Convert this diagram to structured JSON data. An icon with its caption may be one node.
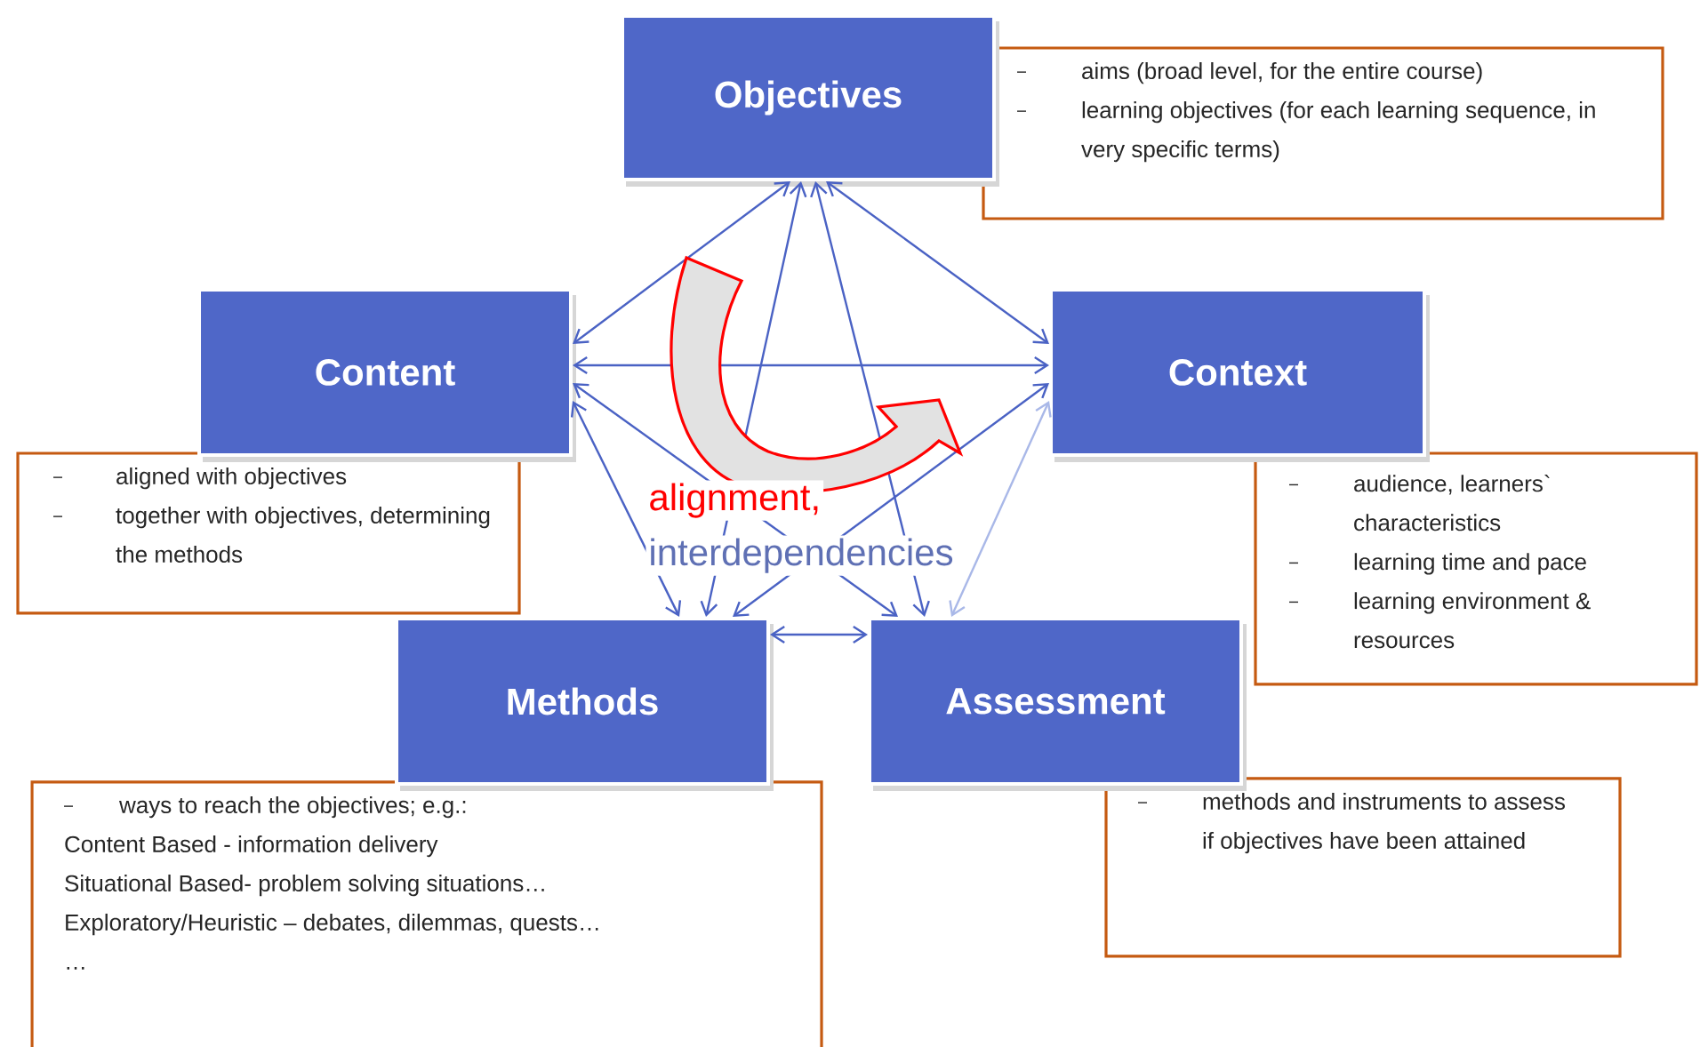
{
  "diagram": {
    "nodes": [
      {
        "text": [
          "Objectives"
        ]
      },
      {
        "text": [
          "aims (broad level, for the entire course)",
          "learning objectives (for each learning sequence, in very specific terms)"
        ]
      },
      {
        "text": [
          "Content"
        ]
      },
      {
        "text": [
          "Context"
        ]
      },
      {
        "text": [
          "aligned with objectives",
          "together with objectives, determining the methods"
        ]
      },
      {
        "text": [
          "audience, learners` characteristics",
          "learning time and pace",
          "learning environment & resources"
        ]
      },
      {
        "text": [
          "Methods"
        ]
      },
      {
        "text": [
          "Assessment"
        ]
      },
      {
        "text": [
          "ways to reach the objectives; e.g.:",
          "Content Based - information delivery",
          "Situational Based- problem solving situations…",
          "Exploratory/Heuristic – debates, dilemmas, quests…",
          "…"
        ]
      },
      {
        "text": [
          "methods and instruments to assess if objectives have been attained"
        ]
      }
    ],
    "edges": [
      {
        "from": 0,
        "to": 2,
        "arrow": "both"
      },
      {
        "from": 0,
        "to": 3,
        "arrow": "both"
      },
      {
        "from": 0,
        "to": 6,
        "arrow": "both"
      },
      {
        "from": 0,
        "to": 7,
        "arrow": "both"
      },
      {
        "from": 2,
        "to": 3,
        "arrow": "both"
      },
      {
        "from": 2,
        "to": 6,
        "arrow": "both"
      },
      {
        "from": 2,
        "to": 7,
        "arrow": "both"
      },
      {
        "from": 3,
        "to": 6,
        "arrow": "both"
      },
      {
        "from": 3,
        "to": 7,
        "arrow": "both",
        "color": "#a9b8e8"
      },
      {
        "from": 6,
        "to": 7,
        "arrow": "both"
      }
    ],
    "labels": [
      "alignment,",
      "interdependencies"
    ]
  }
}
